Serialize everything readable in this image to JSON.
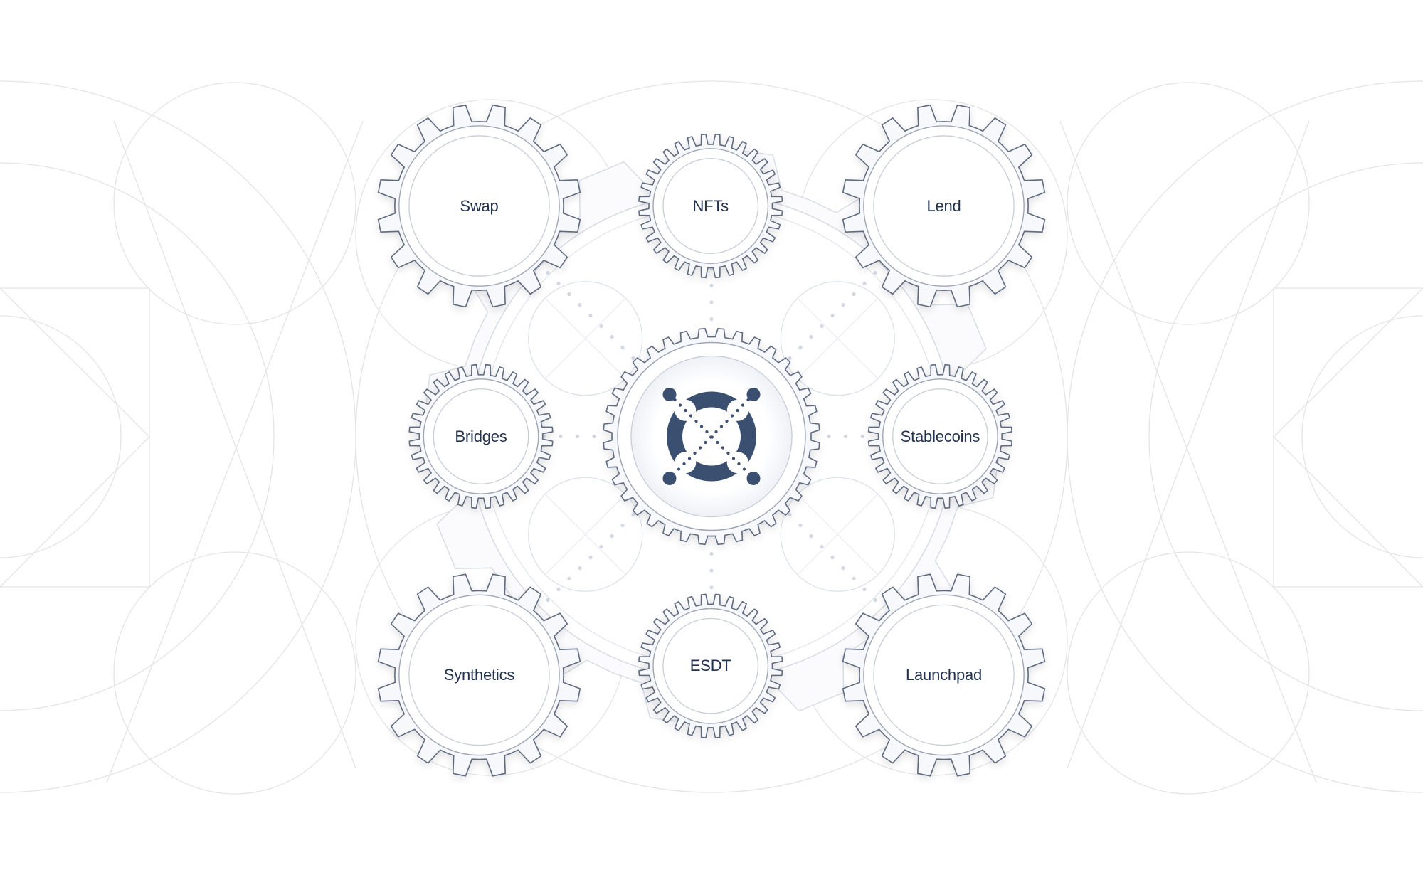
{
  "diagram": {
    "hub": {
      "icon": "elrond-x-logo-icon",
      "color": "#3b4f70"
    },
    "modules": [
      {
        "id": "swap",
        "label": "Swap"
      },
      {
        "id": "nfts",
        "label": "NFTs"
      },
      {
        "id": "lend",
        "label": "Lend"
      },
      {
        "id": "bridges",
        "label": "Bridges"
      },
      {
        "id": "stablecoins",
        "label": "Stablecoins"
      },
      {
        "id": "synthetics",
        "label": "Synthetics"
      },
      {
        "id": "esdt",
        "label": "ESDT"
      },
      {
        "id": "launchpad",
        "label": "Launchpad"
      }
    ],
    "colors": {
      "background": "#ffffff",
      "gear_stroke": "#5f6b80",
      "gear_fill": "#f7f8fb",
      "guide_lines": "#e4e4e6",
      "dots": "#d3d8e2",
      "label_text": "#23334f",
      "logo": "#3b4f70"
    }
  }
}
